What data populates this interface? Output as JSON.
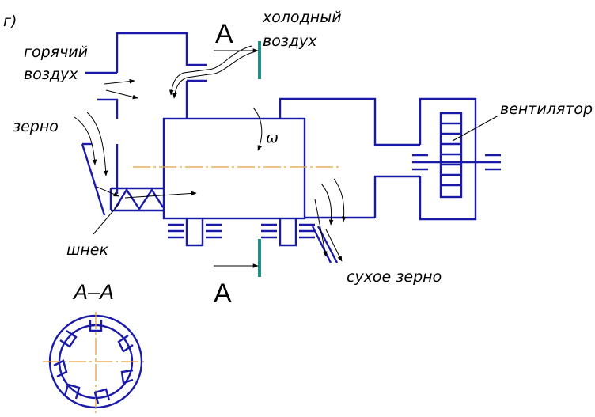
{
  "figure": {
    "label": "г)",
    "section_mark": "А",
    "section_title": "А–А",
    "omega": "ω"
  },
  "labels": {
    "hot_air": [
      "горячий",
      "воздух"
    ],
    "cold_air": [
      "холодный",
      "воздух"
    ],
    "grain": "зерно",
    "auger": "шнек",
    "dry_grain": "сухое зерно",
    "fan": "вентилятор"
  },
  "colors": {
    "outline": "#1a1aa8",
    "axis": "#e0a040",
    "section_plane": "#1f8f84",
    "arrows": "#000000"
  }
}
